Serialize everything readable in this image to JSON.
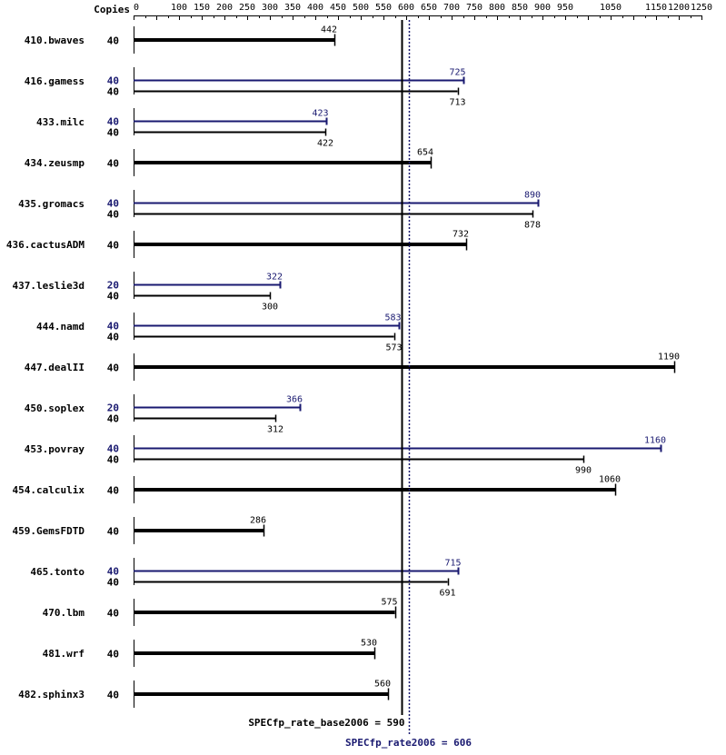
{
  "colors": {
    "base": "#000000",
    "peak": "#191970"
  },
  "chart_data": {
    "type": "bar",
    "orientation": "horizontal",
    "copies_header": "Copies",
    "x_ticks": [
      0,
      100,
      150,
      200,
      250,
      300,
      350,
      400,
      450,
      500,
      550,
      600,
      650,
      700,
      750,
      800,
      850,
      900,
      950,
      1050,
      1150,
      1200,
      1250
    ],
    "xlim": [
      0,
      1250
    ],
    "benchmarks": [
      {
        "name": "410.bwaves",
        "base": {
          "copies": "40",
          "value": 442
        }
      },
      {
        "name": "416.gamess",
        "peak": {
          "copies": "40",
          "value": 725
        },
        "base": {
          "copies": "40",
          "value": 713
        }
      },
      {
        "name": "433.milc",
        "peak": {
          "copies": "40",
          "value": 423
        },
        "base": {
          "copies": "40",
          "value": 422
        }
      },
      {
        "name": "434.zeusmp",
        "base": {
          "copies": "40",
          "value": 654
        }
      },
      {
        "name": "435.gromacs",
        "peak": {
          "copies": "40",
          "value": 890
        },
        "base": {
          "copies": "40",
          "value": 878
        }
      },
      {
        "name": "436.cactusADM",
        "base": {
          "copies": "40",
          "value": 732
        }
      },
      {
        "name": "437.leslie3d",
        "peak": {
          "copies": "20",
          "value": 322
        },
        "base": {
          "copies": "40",
          "value": 300
        }
      },
      {
        "name": "444.namd",
        "peak": {
          "copies": "40",
          "value": 583
        },
        "base": {
          "copies": "40",
          "value": 573
        }
      },
      {
        "name": "447.dealII",
        "base": {
          "copies": "40",
          "value": 1190
        }
      },
      {
        "name": "450.soplex",
        "peak": {
          "copies": "20",
          "value": 366
        },
        "base": {
          "copies": "40",
          "value": 312
        }
      },
      {
        "name": "453.povray",
        "peak": {
          "copies": "40",
          "value": 1160
        },
        "base": {
          "copies": "40",
          "value": 990
        }
      },
      {
        "name": "454.calculix",
        "base": {
          "copies": "40",
          "value": 1060
        }
      },
      {
        "name": "459.GemsFDTD",
        "base": {
          "copies": "40",
          "value": 286
        }
      },
      {
        "name": "465.tonto",
        "peak": {
          "copies": "40",
          "value": 715
        },
        "base": {
          "copies": "40",
          "value": 691
        }
      },
      {
        "name": "470.lbm",
        "base": {
          "copies": "40",
          "value": 575
        }
      },
      {
        "name": "481.wrf",
        "base": {
          "copies": "40",
          "value": 530
        }
      },
      {
        "name": "482.sphinx3",
        "base": {
          "copies": "40",
          "value": 560
        }
      }
    ],
    "reference_lines": [
      {
        "label": "SPECfp_rate_base2006 = 590",
        "value": 590,
        "style": "solid",
        "color": "#000000"
      },
      {
        "label": "SPECfp_rate2006 = 606",
        "value": 606,
        "style": "dotted",
        "color": "#191970"
      }
    ]
  }
}
